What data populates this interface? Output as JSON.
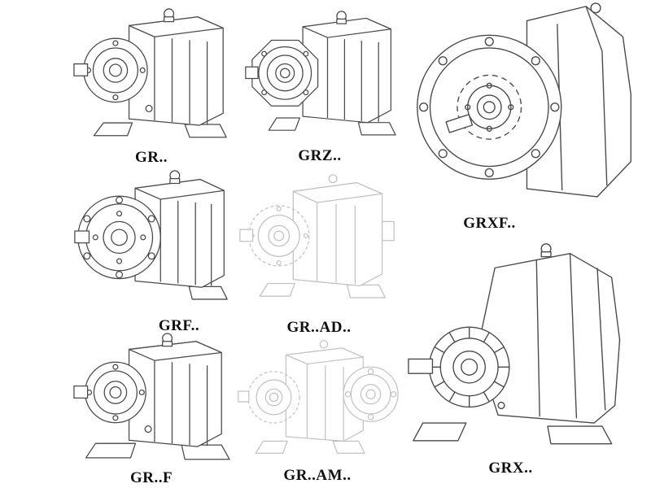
{
  "catalog": {
    "items": [
      {
        "id": "gr",
        "label": "GR.."
      },
      {
        "id": "grz",
        "label": "GRZ.."
      },
      {
        "id": "grxf",
        "label": "GRXF.."
      },
      {
        "id": "grf",
        "label": "GRF.."
      },
      {
        "id": "gr-ad",
        "label": "GR..AD.."
      },
      {
        "id": "gr-f",
        "label": "GR..F"
      },
      {
        "id": "gr-am",
        "label": "GR..AM.."
      },
      {
        "id": "grx",
        "label": "GRX.."
      }
    ]
  },
  "colors": {
    "line_dark": "#4a4a4a",
    "line_light": "#c2c2c2",
    "label": "#101010",
    "background": "#ffffff"
  }
}
